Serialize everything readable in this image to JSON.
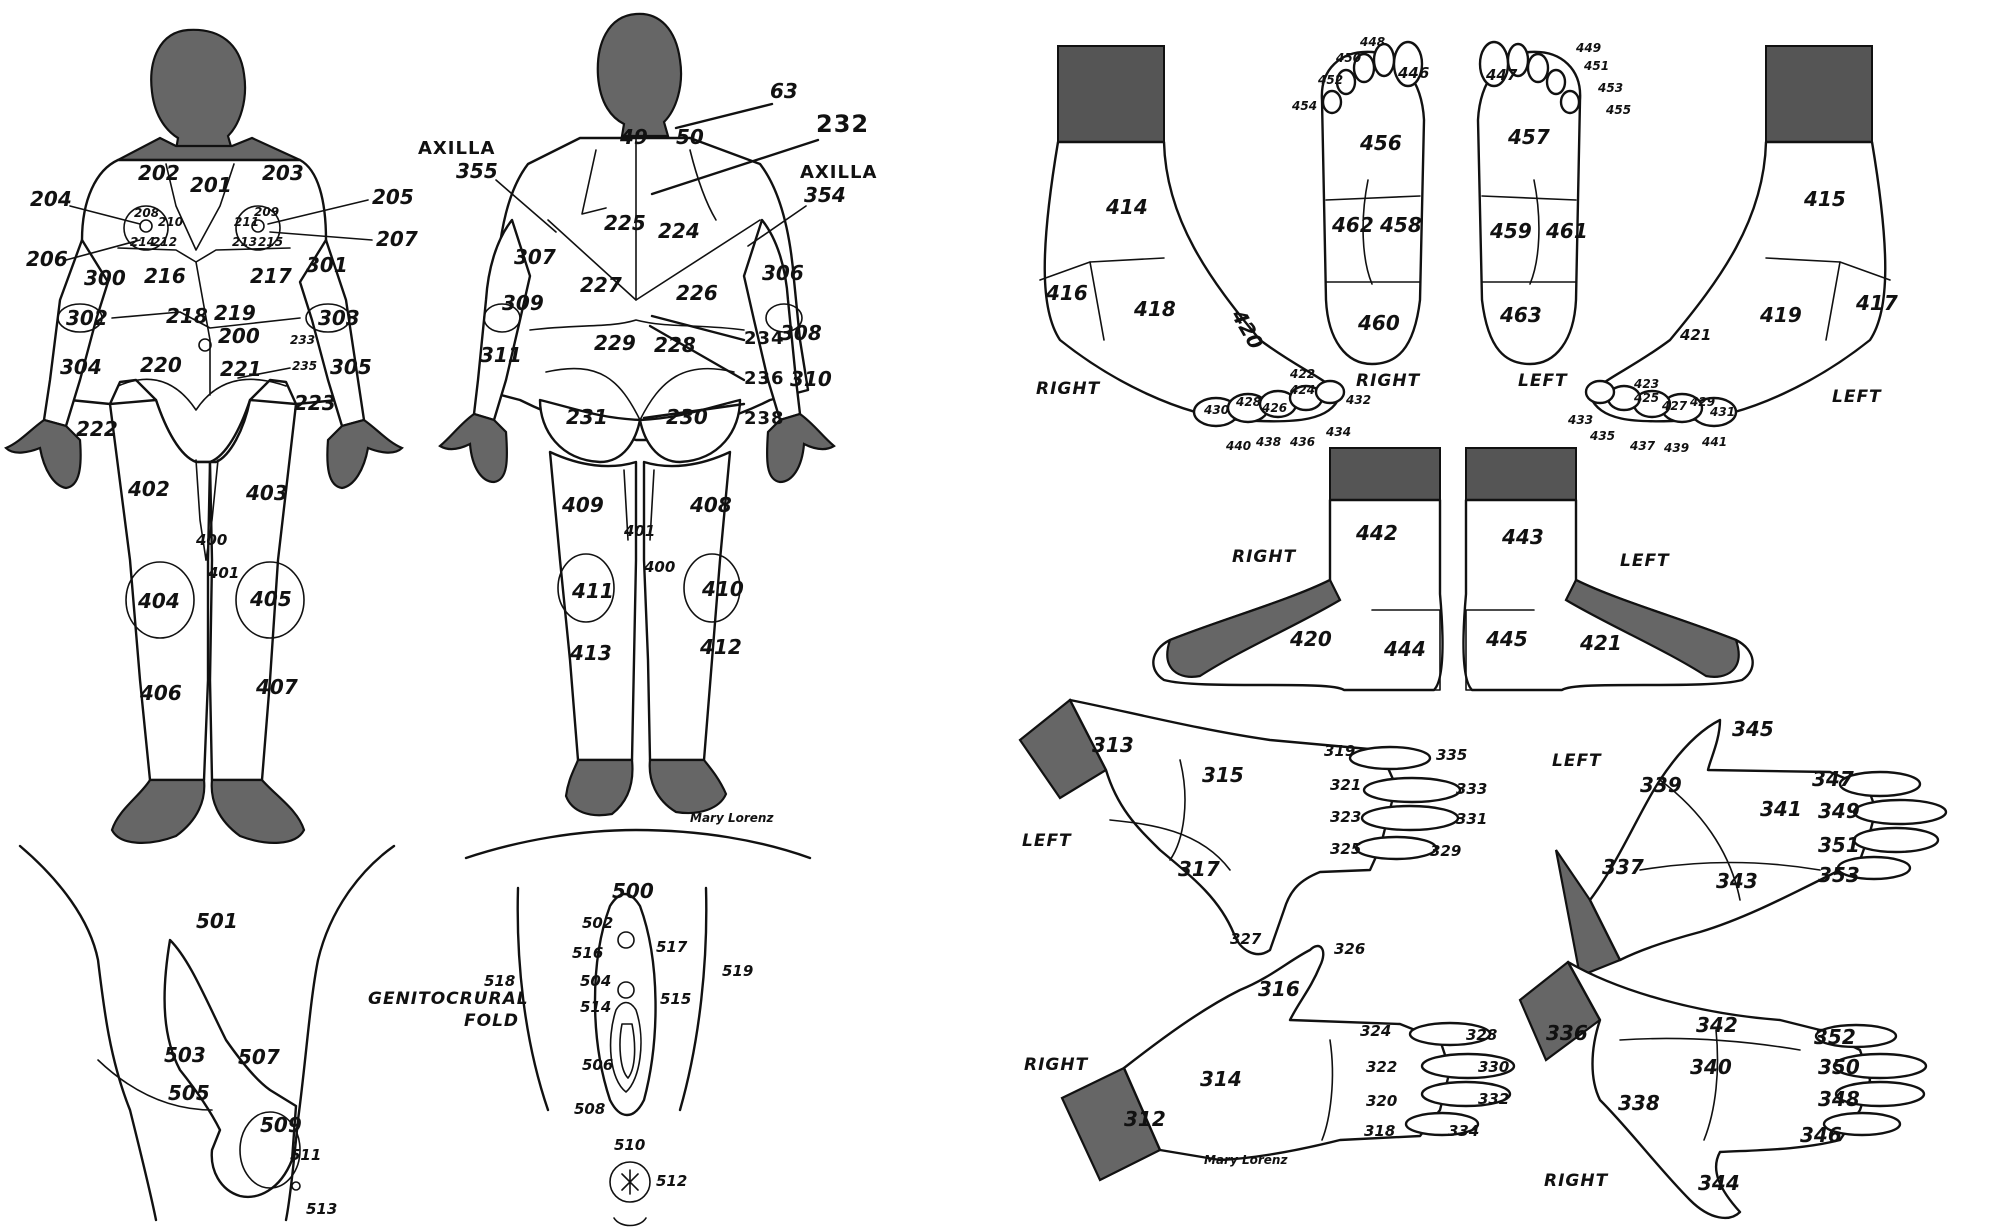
{
  "colors": {
    "ink": "#111111",
    "shade": "#666666",
    "paper": "#ffffff"
  },
  "diagram": {
    "front_body": {
      "regions": [
        "202",
        "201",
        "203",
        "204",
        "205",
        "206",
        "207",
        "208",
        "210",
        "214",
        "212",
        "209",
        "211",
        "213",
        "215",
        "300",
        "301",
        "216",
        "217",
        "302",
        "303",
        "218",
        "219",
        "200",
        "304",
        "305",
        "220",
        "221",
        "233",
        "235",
        "222",
        "223",
        "402",
        "403",
        "400",
        "401",
        "404",
        "405",
        "406",
        "407"
      ]
    },
    "back_body": {
      "caption_axilla_left": "AXILLA",
      "caption_axilla_left_num": "355",
      "caption_axilla_right": "AXILLA",
      "caption_axilla_right_num": "354",
      "regions": [
        "63",
        "49",
        "50",
        "232",
        "225",
        "224",
        "307",
        "306",
        "309",
        "308",
        "311",
        "310",
        "227",
        "226",
        "229",
        "228",
        "234",
        "236",
        "238",
        "231",
        "230",
        "409",
        "408",
        "401",
        "400",
        "411",
        "410",
        "413",
        "412"
      ],
      "signature": "Mary Lorenz"
    },
    "male_genital": {
      "regions": [
        "501",
        "503",
        "507",
        "505",
        "509",
        "511",
        "513"
      ]
    },
    "female_genital": {
      "caption_fold": "GENITOCRURAL",
      "caption_fold2": "FOLD",
      "regions": [
        "500",
        "502",
        "517",
        "516",
        "518",
        "519",
        "504",
        "514",
        "515",
        "506",
        "508",
        "510",
        "512"
      ]
    },
    "feet": {
      "right_side_caption": "RIGHT",
      "left_side_caption": "LEFT",
      "sole_right_caption": "RIGHT",
      "sole_left_caption": "LEFT",
      "right_side_regions": [
        "414",
        "416",
        "418",
        "420",
        "422",
        "424",
        "426",
        "428",
        "430",
        "432",
        "434",
        "436",
        "438",
        "440"
      ],
      "left_side_regions": [
        "415",
        "417",
        "419",
        "421",
        "423",
        "425",
        "427",
        "429",
        "431",
        "433",
        "435",
        "437",
        "439",
        "441"
      ],
      "sole_right_regions": [
        "448",
        "450",
        "452",
        "454",
        "446",
        "456",
        "462",
        "458",
        "460"
      ],
      "sole_left_regions": [
        "447",
        "449",
        "451",
        "453",
        "455",
        "457",
        "459",
        "461",
        "463"
      ]
    },
    "heels": {
      "right_caption": "RIGHT",
      "left_caption": "LEFT",
      "regions": [
        "442",
        "443",
        "420",
        "444",
        "445",
        "421"
      ]
    },
    "hands": {
      "left_dorsal_caption": "LEFT",
      "left_palm_caption": "LEFT",
      "right_dorsal_caption": "RIGHT",
      "right_palm_caption": "RIGHT",
      "left_dorsal_regions": [
        "313",
        "315",
        "317",
        "319",
        "321",
        "323",
        "325",
        "327",
        "329",
        "331",
        "333",
        "335"
      ],
      "left_palm_regions": [
        "345",
        "339",
        "347",
        "341",
        "349",
        "351",
        "337",
        "343",
        "353"
      ],
      "right_dorsal_regions": [
        "326",
        "316",
        "324",
        "328",
        "314",
        "322",
        "330",
        "320",
        "332",
        "312",
        "318",
        "334"
      ],
      "right_palm_regions": [
        "336",
        "342",
        "352",
        "340",
        "350",
        "338",
        "348",
        "346",
        "344"
      ],
      "signature": "Mary Lorenz"
    }
  }
}
